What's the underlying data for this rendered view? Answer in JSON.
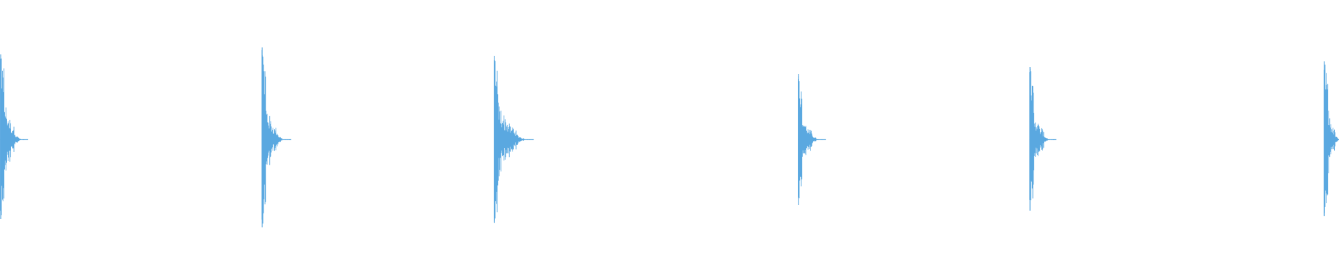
{
  "waveform": {
    "color": "#5aa8e0",
    "background": "#ffffff",
    "transients": [
      {
        "id": "hit-1",
        "peak_top": 0.61,
        "peak_bottom": 0.57,
        "tail_amplitude": 0.3,
        "tail_length": 0.018
      },
      {
        "id": "hit-2",
        "peak_top": 0.66,
        "peak_bottom": 0.63,
        "tail_amplitude": 0.26,
        "tail_length": 0.02
      },
      {
        "id": "hit-3",
        "peak_top": 0.6,
        "peak_bottom": 0.6,
        "tail_amplitude": 0.28,
        "tail_length": 0.03
      },
      {
        "id": "hit-4",
        "peak_top": 0.47,
        "peak_bottom": 0.47,
        "tail_amplitude": 0.18,
        "tail_length": 0.018
      },
      {
        "id": "hit-5",
        "peak_top": 0.52,
        "peak_bottom": 0.51,
        "tail_amplitude": 0.22,
        "tail_length": 0.017
      },
      {
        "id": "hit-6",
        "peak_top": 0.56,
        "peak_bottom": 0.55,
        "tail_amplitude": 0.24,
        "tail_length": 0.012
      }
    ]
  }
}
